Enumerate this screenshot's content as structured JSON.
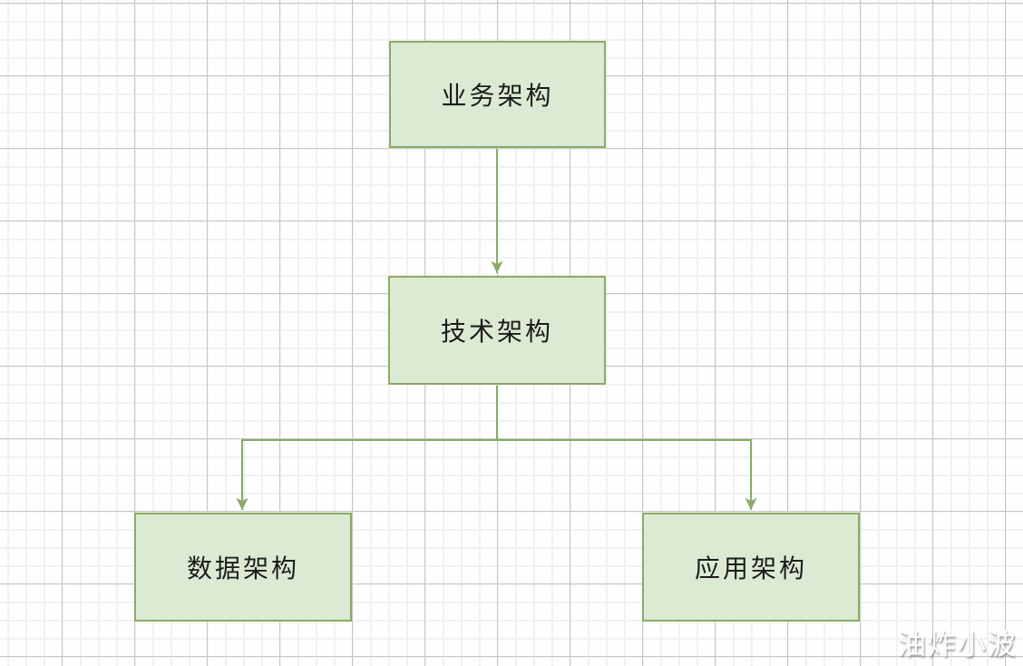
{
  "canvas": {
    "background": "#fefefe",
    "grid_minor_color": "#f1f1f1",
    "grid_major_color": "#c7c7c7"
  },
  "colors": {
    "node_fill": "#dcead3",
    "node_border": "#8aab69",
    "connector": "#8aab69",
    "node_text": "#1c1c1c",
    "watermark_text": "#fdfdfd"
  },
  "diagram": {
    "type": "flowchart",
    "nodes": [
      {
        "id": "business",
        "label": "业务架构"
      },
      {
        "id": "technology",
        "label": "技术架构"
      },
      {
        "id": "data",
        "label": "数据架构"
      },
      {
        "id": "application",
        "label": "应用架构"
      }
    ],
    "edges": [
      {
        "from": "business",
        "to": "technology"
      },
      {
        "from": "technology",
        "to": "data"
      },
      {
        "from": "technology",
        "to": "application"
      }
    ]
  },
  "watermark": {
    "text": "油炸小波"
  }
}
